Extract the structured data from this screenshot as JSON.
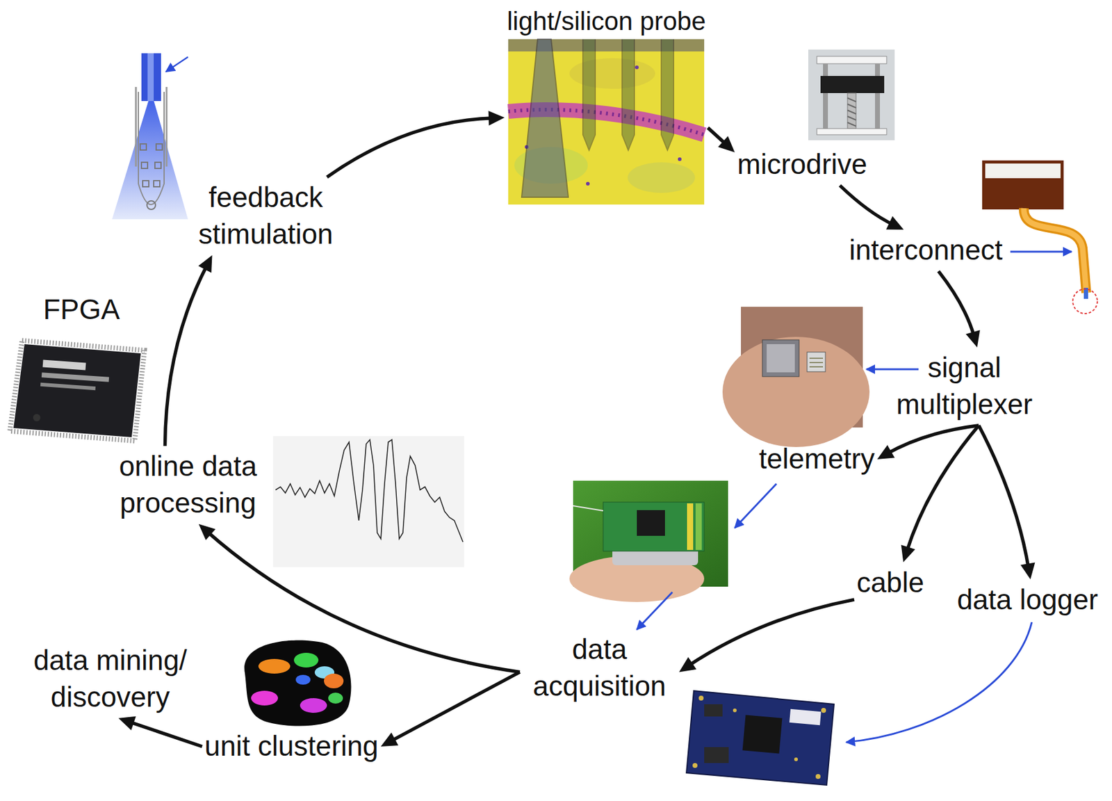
{
  "diagram": {
    "nodes": [
      {
        "text": [
          "light/silicon probe"
        ]
      },
      {
        "text": [
          "microdrive"
        ]
      },
      {
        "text": [
          "interconnect"
        ]
      },
      {
        "text": [
          "signal multiplexer"
        ]
      },
      {
        "text": [
          "telemetry"
        ]
      },
      {
        "text": [
          "cable"
        ]
      },
      {
        "text": [
          "data logger"
        ]
      },
      {
        "text": [
          "data acquisition"
        ]
      },
      {
        "text": [
          "unit clustering"
        ]
      },
      {
        "text": [
          "data mining/ discovery"
        ]
      },
      {
        "text": [
          "online data processing"
        ]
      },
      {
        "text": [
          "feedback stimulation"
        ]
      }
    ],
    "edges": [
      {
        "from": 11,
        "to": 0,
        "arrow": "to"
      },
      {
        "from": 0,
        "to": 1,
        "arrow": "to"
      },
      {
        "from": 1,
        "to": 2,
        "arrow": "to"
      },
      {
        "from": 2,
        "to": 3,
        "arrow": "to"
      },
      {
        "from": 3,
        "to": 4,
        "arrow": "to"
      },
      {
        "from": 3,
        "to": 5,
        "arrow": "to"
      },
      {
        "from": 3,
        "to": 6,
        "arrow": "to"
      },
      {
        "from": 5,
        "to": 7,
        "arrow": "to"
      },
      {
        "from": 7,
        "to": 10,
        "arrow": "to"
      },
      {
        "from": 7,
        "to": 8,
        "arrow": "to"
      },
      {
        "from": 8,
        "to": 9,
        "arrow": "to"
      },
      {
        "from": 10,
        "to": 11,
        "arrow": "to"
      }
    ],
    "labels": [
      "FPGA"
    ]
  }
}
